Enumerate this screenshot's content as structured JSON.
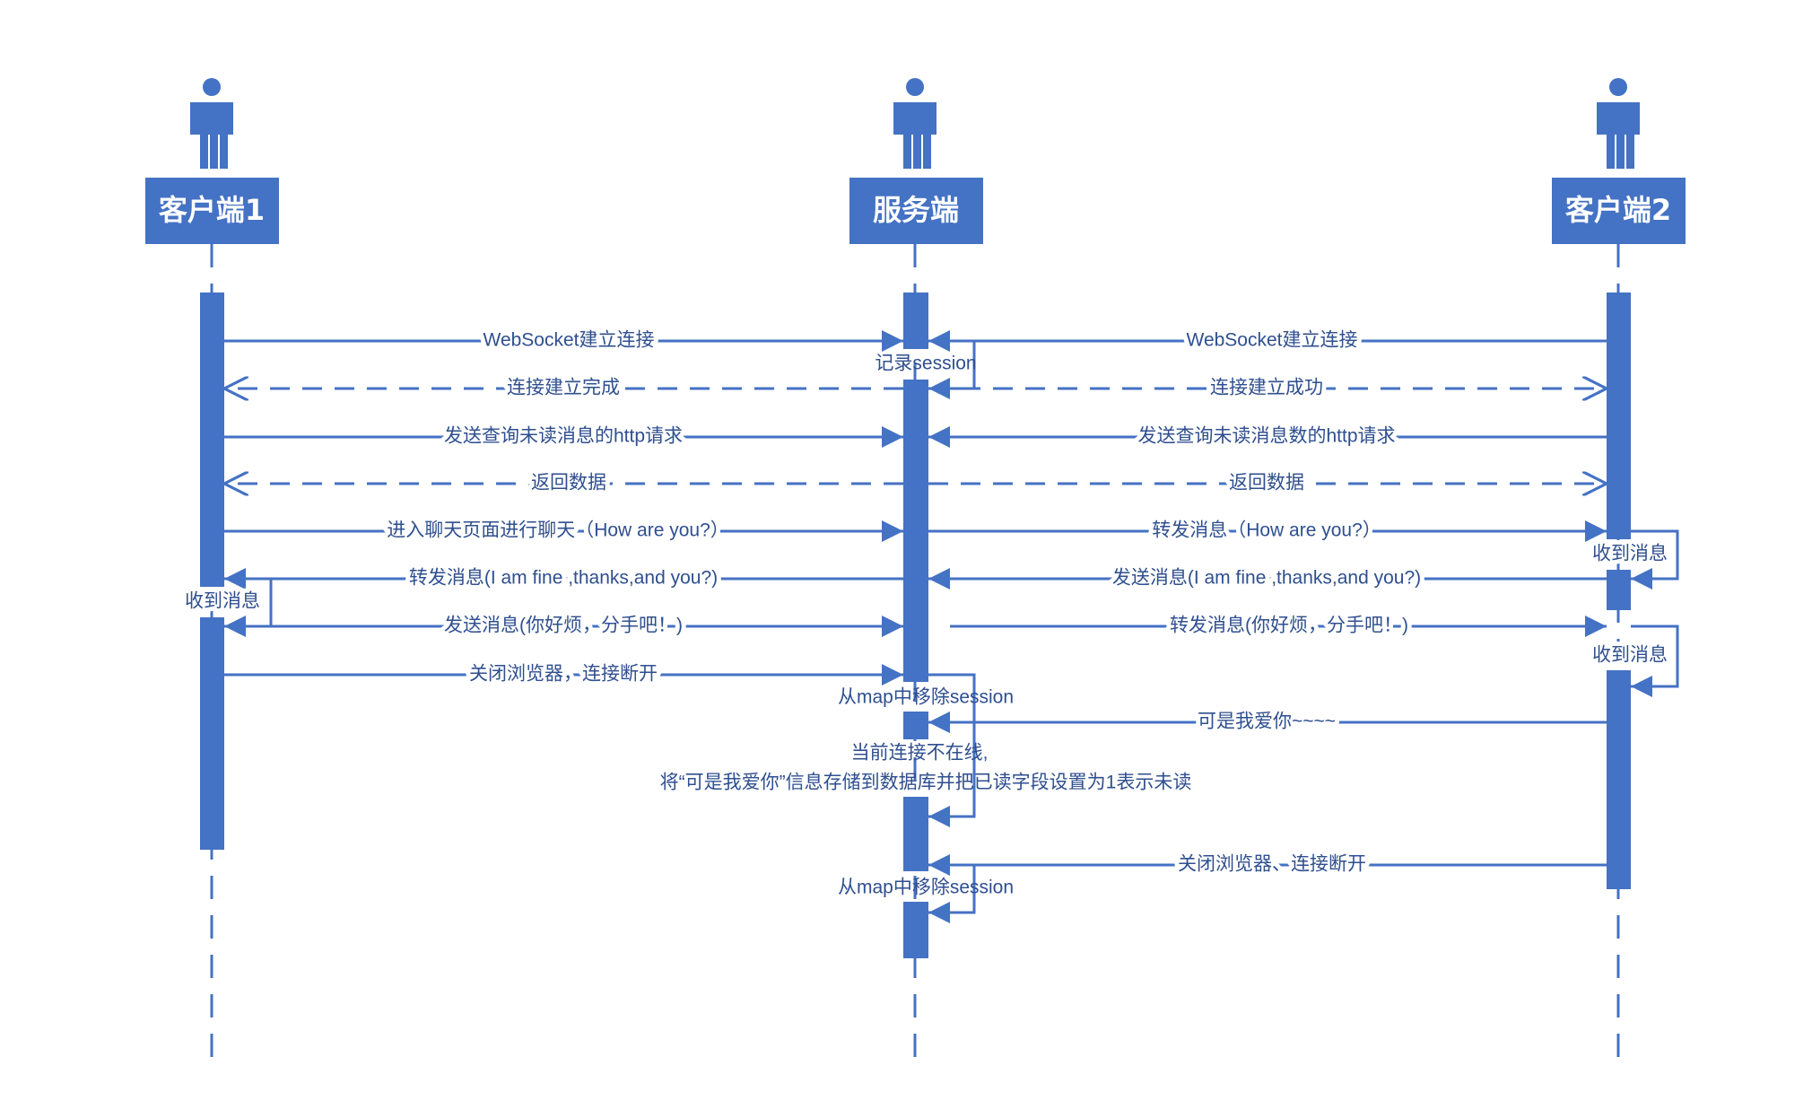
{
  "colors": {
    "primary": "#4472C4"
  },
  "actors": [
    {
      "label": "客户端1"
    },
    {
      "label": "服务端"
    },
    {
      "label": "客户端2"
    }
  ],
  "messages": {
    "m1_left": "WebSocket建立连接",
    "m1_right": "WebSocket建立连接",
    "m1_self": "记录session",
    "m2_left": "连接建立完成",
    "m2_right": "连接建立成功",
    "m3_left": "发送查询未读消息的http请求",
    "m3_right": "发送查询未读消息数的http请求",
    "m4_left": "返回数据",
    "m4_right": "返回数据",
    "m5_left": "进入聊天页面进行聊天（How are you?）",
    "m5_right": "转发消息（How are you?）",
    "m5_self": "收到消息",
    "m6_left": "转发消息(I am fine ,thanks,and you?)",
    "m6_right": "发送消息(I am fine ,thanks,and you?)",
    "m6_self": "收到消息",
    "m7_left": "发送消息(你好烦，分手吧！)",
    "m7_right": "转发消息(你好烦，分手吧！)",
    "m7_self": "收到消息",
    "m8_left": "关闭浏览器，连接断开",
    "m8_self": "从map中移除session",
    "m9_right": "可是我爱你~~~~",
    "note_line1": "当前连接不在线,",
    "note_line2": "将“可是我爱你”信息存储到数据库并把已读字段设置为1表示未读",
    "m10_right": "关闭浏览器、连接断开",
    "m10_self": "从map中移除session"
  }
}
